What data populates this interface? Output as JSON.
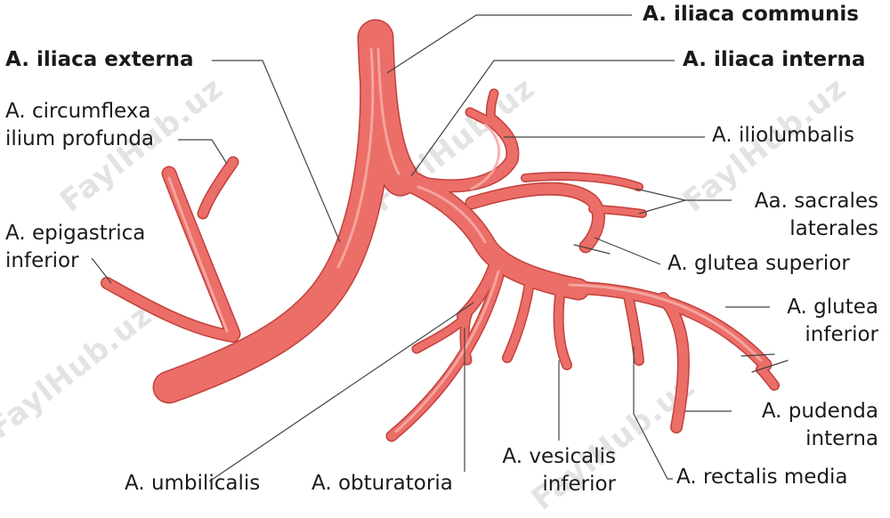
{
  "watermark": "FaylHub.uz",
  "colors": {
    "artery": "#ec6e68",
    "artery_edge": "#c2413c",
    "highlight": "#f6aaa4",
    "leader": "#444444"
  },
  "labels": {
    "iliaca_communis": "A. iliaca communis",
    "iliaca_externa": "A. iliaca externa",
    "iliaca_interna": "A. iliaca interna",
    "circumflexa_1": "A. circumflexa",
    "circumflexa_2": "ilium profunda",
    "iliolumbalis": "A. iliolumbalis",
    "sacrales_1": "Aa. sacrales",
    "sacrales_2": "laterales",
    "epigastrica_1": "A. epigastrica",
    "epigastrica_2": "inferior",
    "glutea_superior": "A. glutea superior",
    "glutea_inferior_1": "A. glutea",
    "glutea_inferior_2": "inferior",
    "pudenda_1": "A. pudenda",
    "pudenda_2": "interna",
    "rectalis_media": "A. rectalis media",
    "vesicalis_1": "A. vesicalis",
    "vesicalis_2": "inferior",
    "umbilicalis": "A. umbilicalis",
    "obturatoria": "A. obturatoria"
  }
}
